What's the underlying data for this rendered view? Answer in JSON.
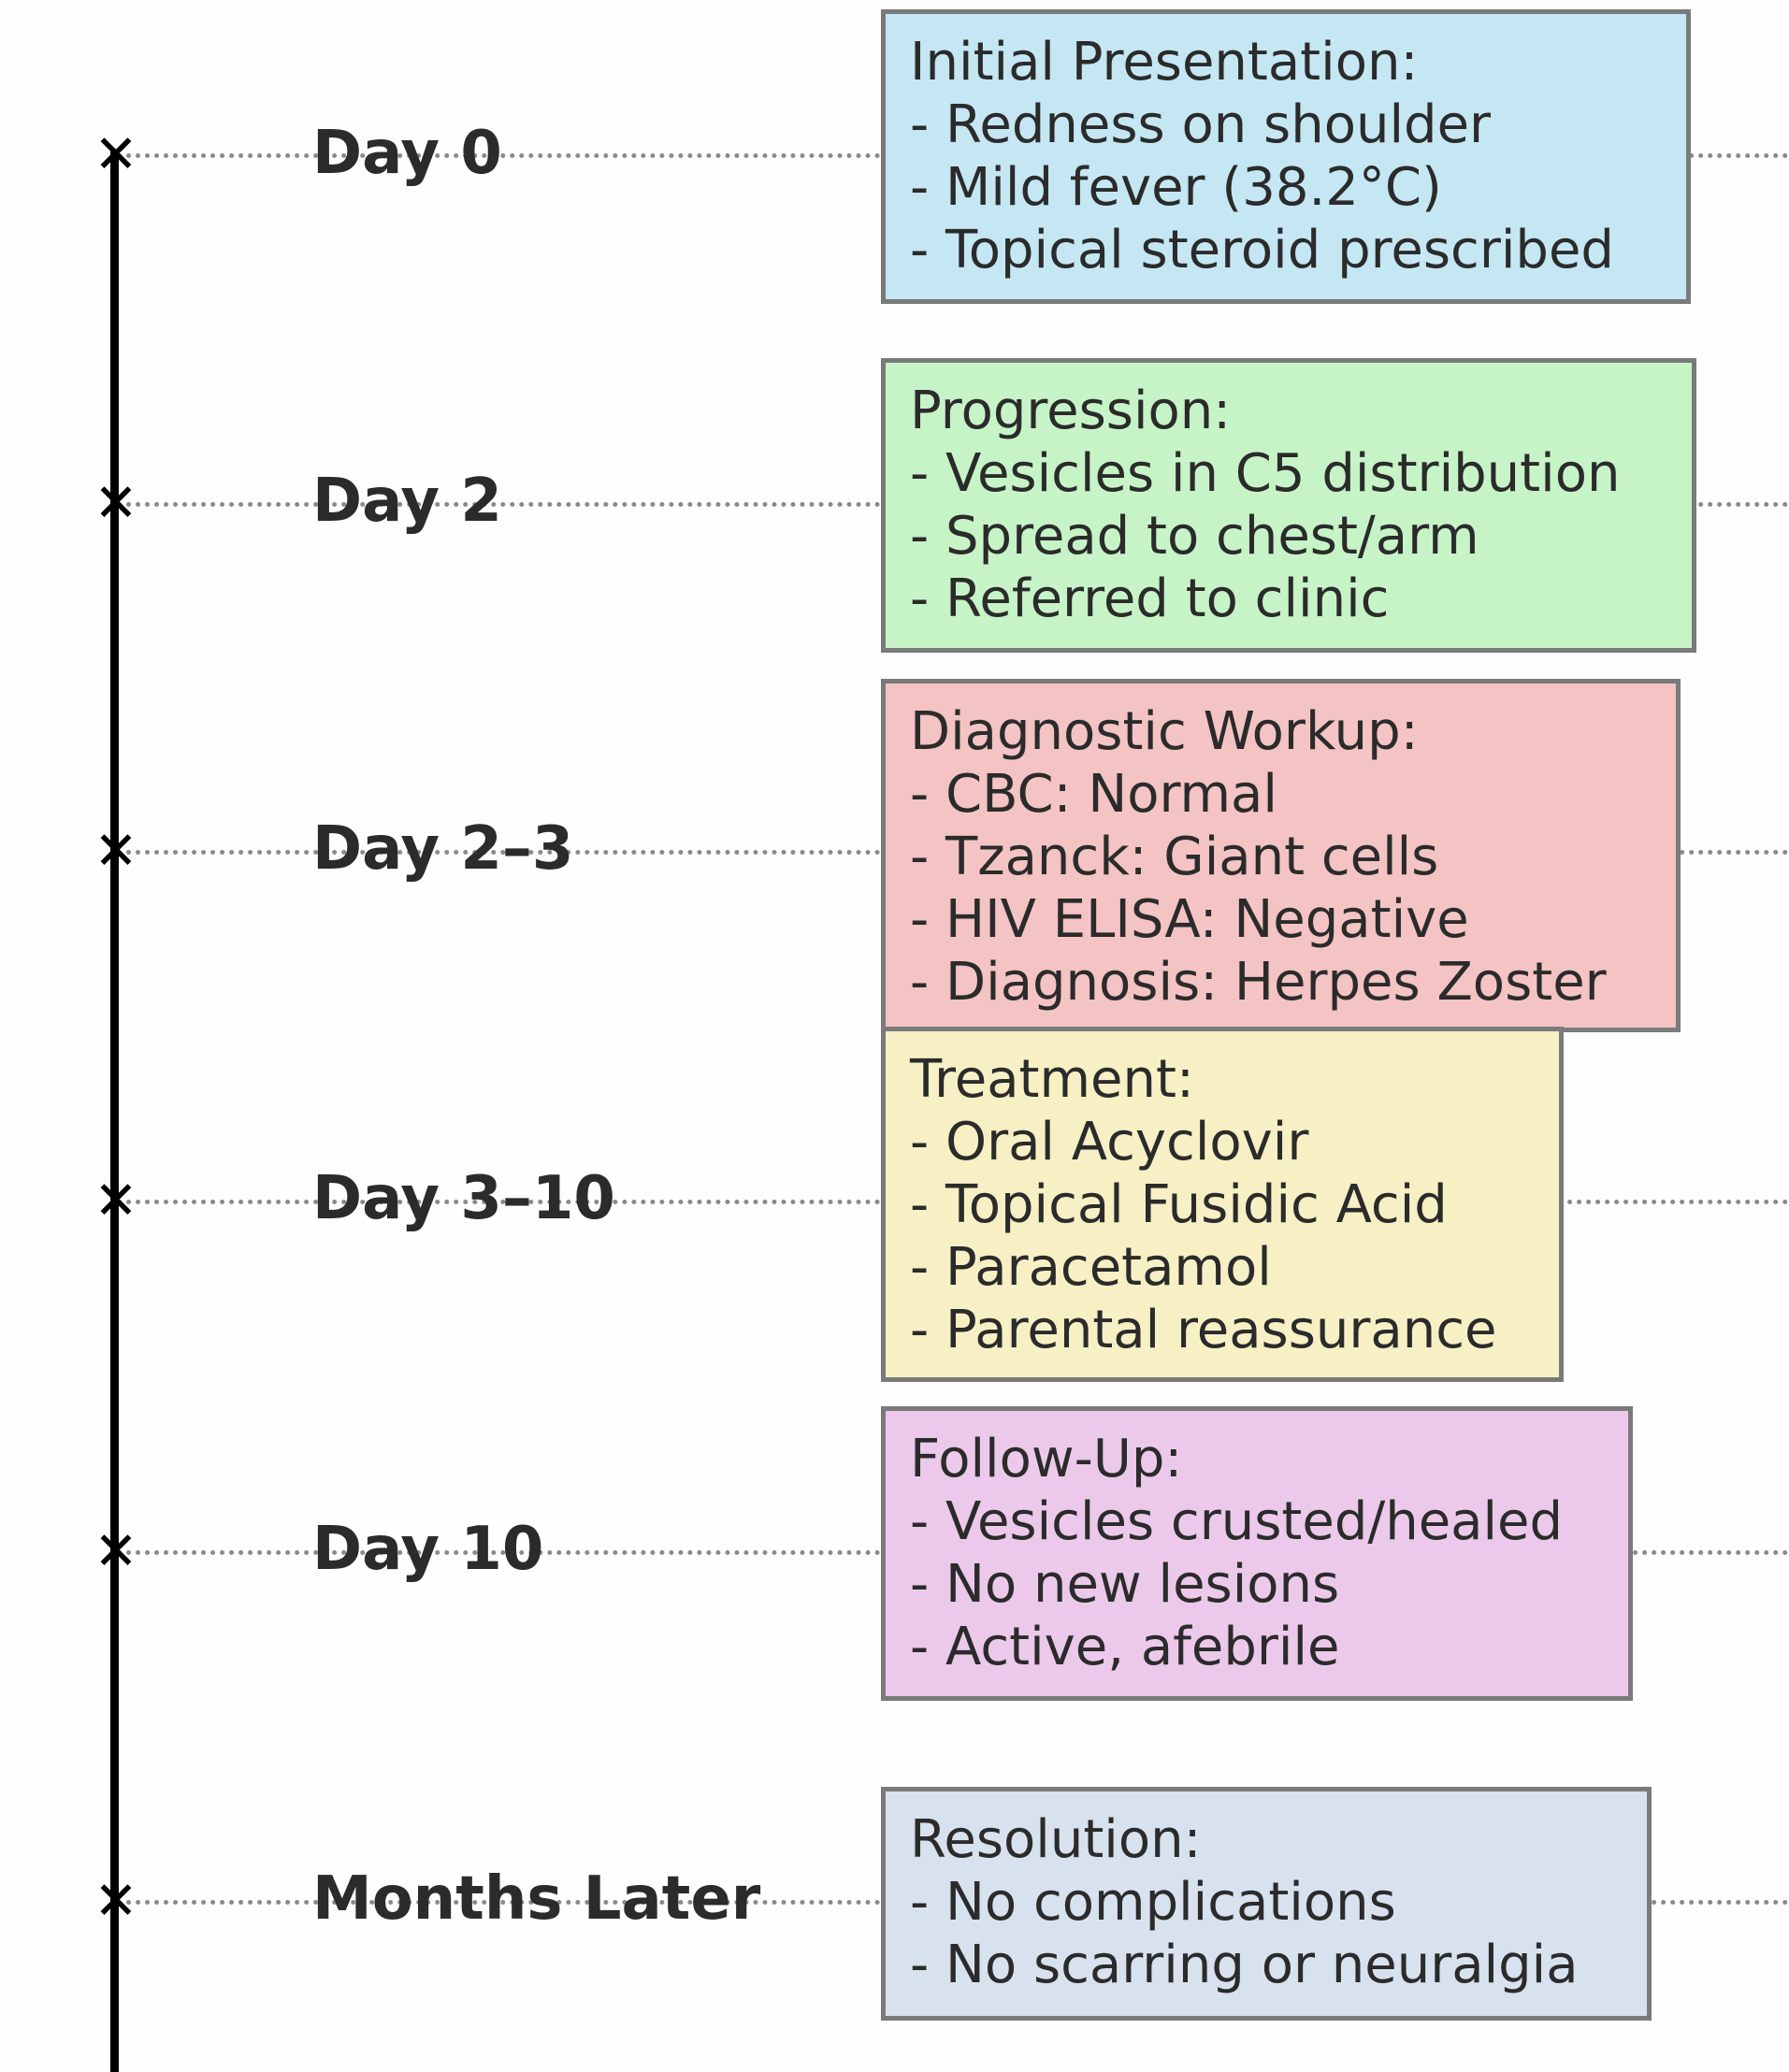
{
  "timeline": {
    "events": [
      {
        "label": "Day 0",
        "title": "Initial Presentation:",
        "items": [
          "- Redness on shoulder",
          "- Mild fever (38.2°C)",
          "- Topical steroid prescribed"
        ],
        "color": "#c5e7f4"
      },
      {
        "label": "Day 2",
        "title": "Progression:",
        "items": [
          "- Vesicles in C5 distribution",
          "- Spread to chest/arm",
          "- Referred to clinic"
        ],
        "color": "#c6f4c7"
      },
      {
        "label": "Day 2–3",
        "title": "Diagnostic Workup:",
        "items": [
          "- CBC: Normal",
          "- Tzanck: Giant cells",
          "- HIV ELISA: Negative",
          "- Diagnosis: Herpes Zoster"
        ],
        "color": "#f4c3c3"
      },
      {
        "label": "Day 3–10",
        "title": "Treatment:",
        "items": [
          "- Oral Acyclovir",
          "- Topical Fusidic Acid",
          "- Paracetamol",
          "- Parental reassurance"
        ],
        "color": "#f6f0c4"
      },
      {
        "label": "Day 10",
        "title": "Follow-Up:",
        "items": [
          "- Vesicles crusted/healed",
          "- No new lesions",
          "- Active, afebrile"
        ],
        "color": "#ecc9eb"
      },
      {
        "label": "Months Later",
        "title": "Resolution:",
        "items": [
          "- No complications",
          "- No scarring or neuralgia"
        ],
        "color": "#d7e2ee"
      }
    ]
  }
}
